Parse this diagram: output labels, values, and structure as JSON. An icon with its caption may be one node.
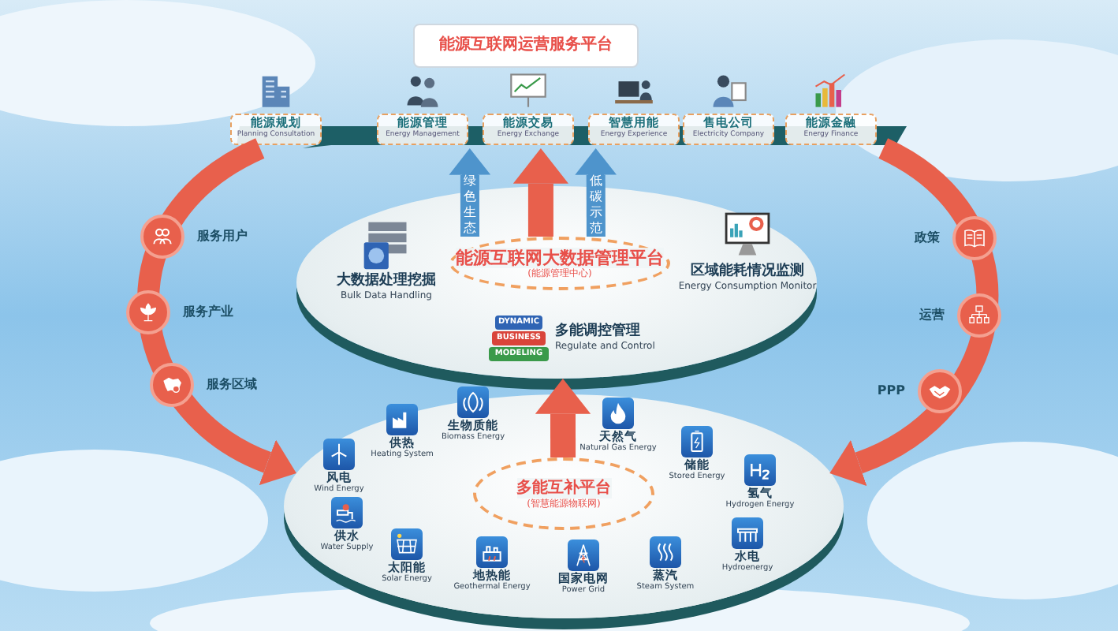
{
  "diagram": {
    "nodes": [
      {
        "text": [
          "能源互联网运营服务平台"
        ]
      },
      {
        "text": [
          "能源规划",
          "Planning Consultation"
        ],
        "in": 0
      },
      {
        "text": [
          "能源管理",
          "Energy Management"
        ],
        "in": 0
      },
      {
        "text": [
          "能源交易",
          "Energy Exchange"
        ],
        "in": 0
      },
      {
        "text": [
          "智慧用能",
          "Energy Experience"
        ],
        "in": 0
      },
      {
        "text": [
          "售电公司",
          "Electricity Company"
        ],
        "in": 0
      },
      {
        "text": [
          "能源金融",
          "Energy Finance"
        ],
        "in": 0
      },
      {
        "text": [],
        "shape": "ellipse"
      },
      {
        "text": [
          "能源互联网大数据管理平台",
          "(能源管理中心)"
        ],
        "in": 7
      },
      {
        "text": [
          "大数据处理挖掘",
          "Bulk Data Handling"
        ],
        "in": 7
      },
      {
        "text": [
          "区域能耗情况监测",
          "Energy Consumption Monitor"
        ],
        "in": 7
      },
      {
        "text": [
          "多能调控管理",
          "Regulate and Control"
        ],
        "in": 7
      },
      {
        "text": [],
        "shape": "ellipse"
      },
      {
        "text": [
          "多能互补平台",
          "(智慧能源物联网)"
        ],
        "in": 12
      },
      {
        "text": [
          "供热",
          "Heating System"
        ],
        "in": 12
      },
      {
        "text": [
          "生物质能",
          "Biomass Energy"
        ],
        "in": 12
      },
      {
        "text": [
          "天然气",
          "Natural Gas Energy"
        ],
        "in": 12
      },
      {
        "text": [
          "储能",
          "Stored Energy"
        ],
        "in": 12
      },
      {
        "text": [
          "风电",
          "Wind Energy"
        ],
        "in": 12
      },
      {
        "text": [
          "氢气",
          "Hydrogen Energy"
        ],
        "in": 12
      },
      {
        "text": [
          "供水",
          "Water Supply"
        ],
        "in": 12
      },
      {
        "text": [
          "水电",
          "Hydroenergy"
        ],
        "in": 12
      },
      {
        "text": [
          "太阳能",
          "Solar Energy"
        ],
        "in": 12
      },
      {
        "text": [
          "地热能",
          "Geothermal Energy"
        ],
        "in": 12
      },
      {
        "text": [
          "国家电网",
          "Power Grid"
        ],
        "in": 12
      },
      {
        "text": [
          "蒸汽",
          "Steam System"
        ],
        "in": 12
      }
    ],
    "edges": [
      {
        "from": 0,
        "to": 12,
        "arrow": "to"
      },
      {
        "from": 0,
        "to": 12,
        "arrow": "to"
      },
      {
        "from": 13,
        "to": 7,
        "arrow": "to"
      },
      {
        "from": 8,
        "to": 0,
        "arrow": "to"
      },
      {
        "from": 8,
        "to": 0,
        "arrow": "to",
        "label": "绿色生态",
        "color": "#4e94cc"
      },
      {
        "from": 8,
        "to": 0,
        "arrow": "to",
        "label": "低碳示范",
        "color": "#4e94cc"
      }
    ],
    "labels": [
      "服务用户",
      "服务产业",
      "服务区域",
      "政策",
      "运营",
      "PPP",
      "DYNAMIC",
      "BUSINESS",
      "MODELING"
    ]
  }
}
